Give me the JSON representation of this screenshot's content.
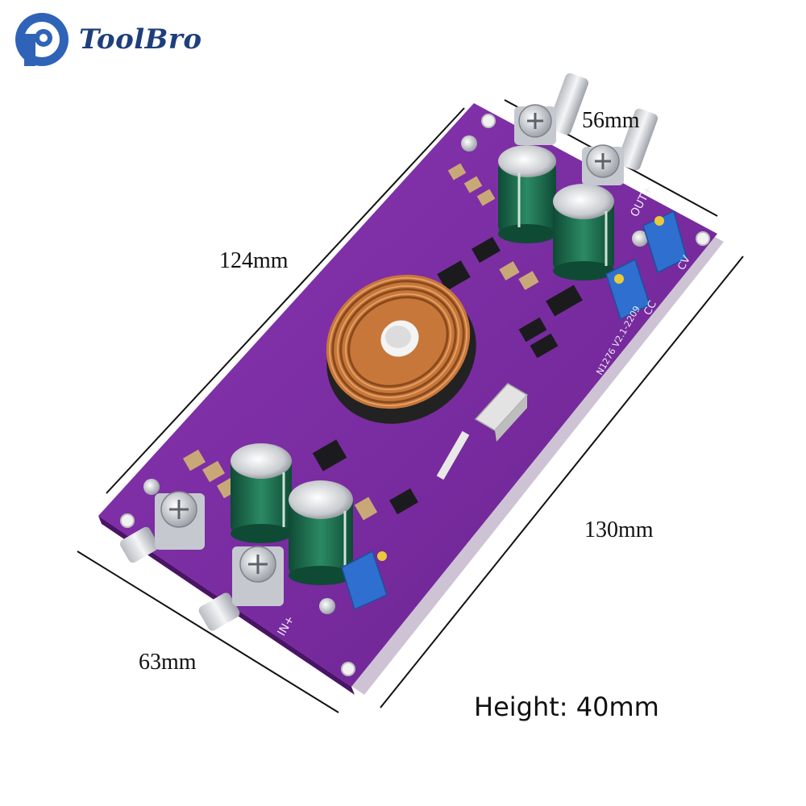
{
  "brand": {
    "name": "ToolBro",
    "logo_icon": "toolbro-logo-icon"
  },
  "dimensions": {
    "top_width": "56mm",
    "left_length": "124mm",
    "right_length": "130mm",
    "bottom_width": "63mm",
    "height_note": "Height: 40mm"
  },
  "board": {
    "pcb_color": "#7a2aa0",
    "pcb_dark": "#5a1a7c",
    "capacitor_color": "#1f6b4f",
    "inductor_color": "#c8773a",
    "potentiometer_color": "#2f6fd0",
    "silkscreen": {
      "out_plus": "OUT+",
      "in_plus": "IN+",
      "cc": "CC",
      "cv": "CV",
      "model": "N1276 V2.1-2209"
    }
  },
  "colors": {
    "brand_blue": "#1e3f7c",
    "text": "#111111"
  }
}
